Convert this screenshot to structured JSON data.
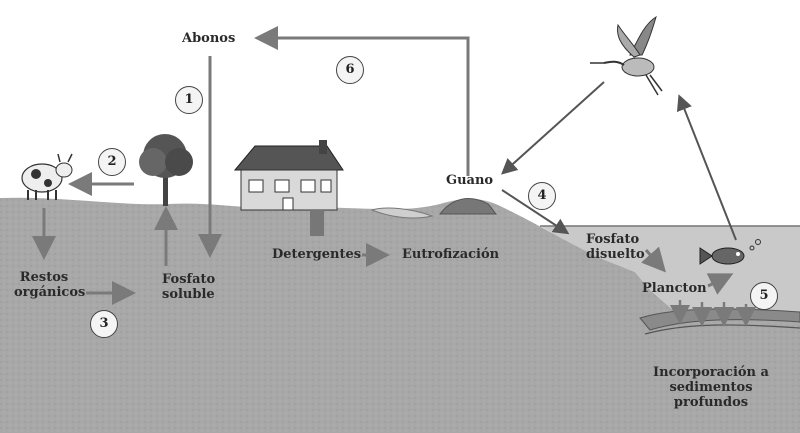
{
  "labels": {
    "abonos": "Abonos",
    "guano": "Guano",
    "detergentes": "Detergentes",
    "eutrofizacion": "Eutrofización",
    "restos_line1": "Restos",
    "restos_line2": "orgánicos",
    "fosfato_soluble_line1": "Fosfato",
    "fosfato_soluble_line2": "soluble",
    "fosfato_disuelto_line1": "Fosfato",
    "fosfato_disuelto_line2": "disuelto",
    "plancton": "Plancton",
    "incorporacion_line1": "Incorporación a",
    "incorporacion_line2": "sedimentos",
    "incorporacion_line3": "profundos"
  },
  "steps": [
    "1",
    "2",
    "3",
    "4",
    "5",
    "6"
  ],
  "colors": {
    "ground": "#a9a9a9",
    "ground_dark": "#8c8c8c",
    "water": "#c9c9c9",
    "arrow": "#7a7a7a",
    "text": "#2a2a2a"
  },
  "icons": [
    "cow-icon",
    "tree-icon",
    "house-icon",
    "heron-icon",
    "fish-icon"
  ]
}
